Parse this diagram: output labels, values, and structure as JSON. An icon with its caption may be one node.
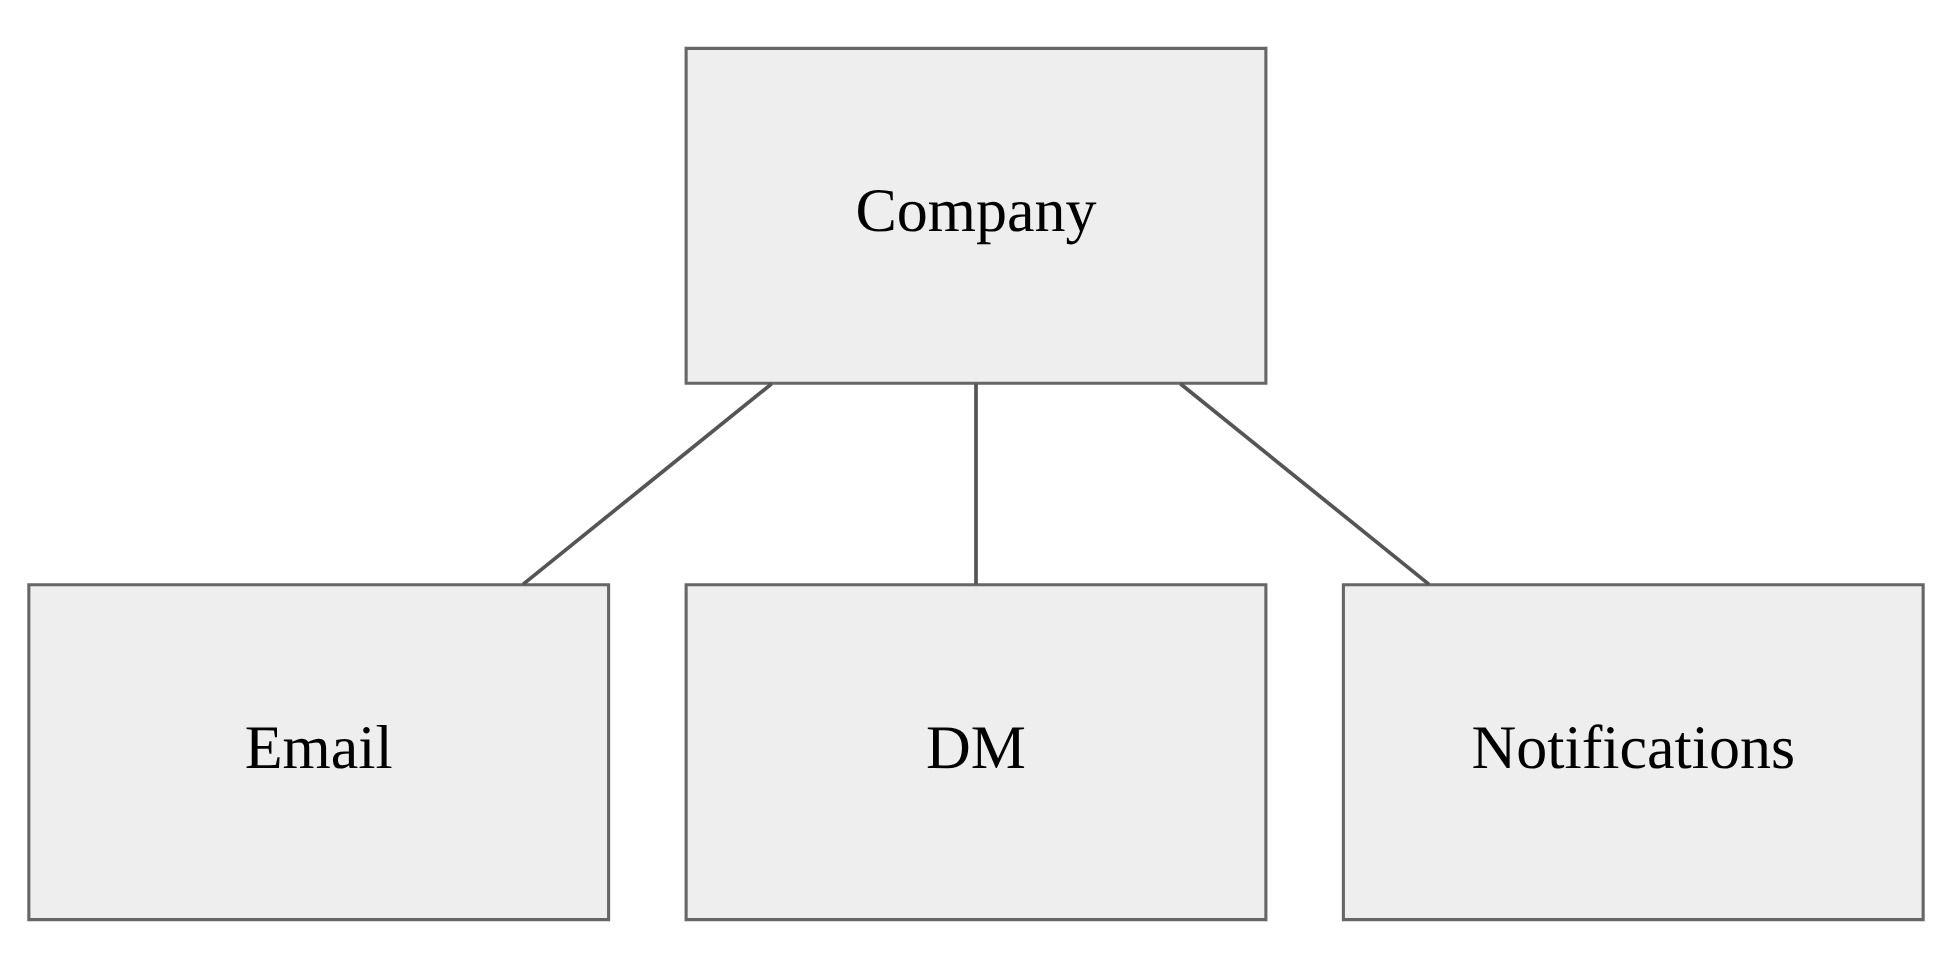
{
  "diagram": {
    "nodes": [
      {
        "text": [
          "Company"
        ]
      },
      {
        "text": [
          "Email"
        ]
      },
      {
        "text": [
          "DM"
        ]
      },
      {
        "text": [
          "Notifications"
        ]
      }
    ],
    "edges": [
      {
        "from": 0,
        "to": 1,
        "arrow": "none"
      },
      {
        "from": 0,
        "to": 2,
        "arrow": "none"
      },
      {
        "from": 0,
        "to": 3,
        "arrow": "none"
      }
    ]
  }
}
